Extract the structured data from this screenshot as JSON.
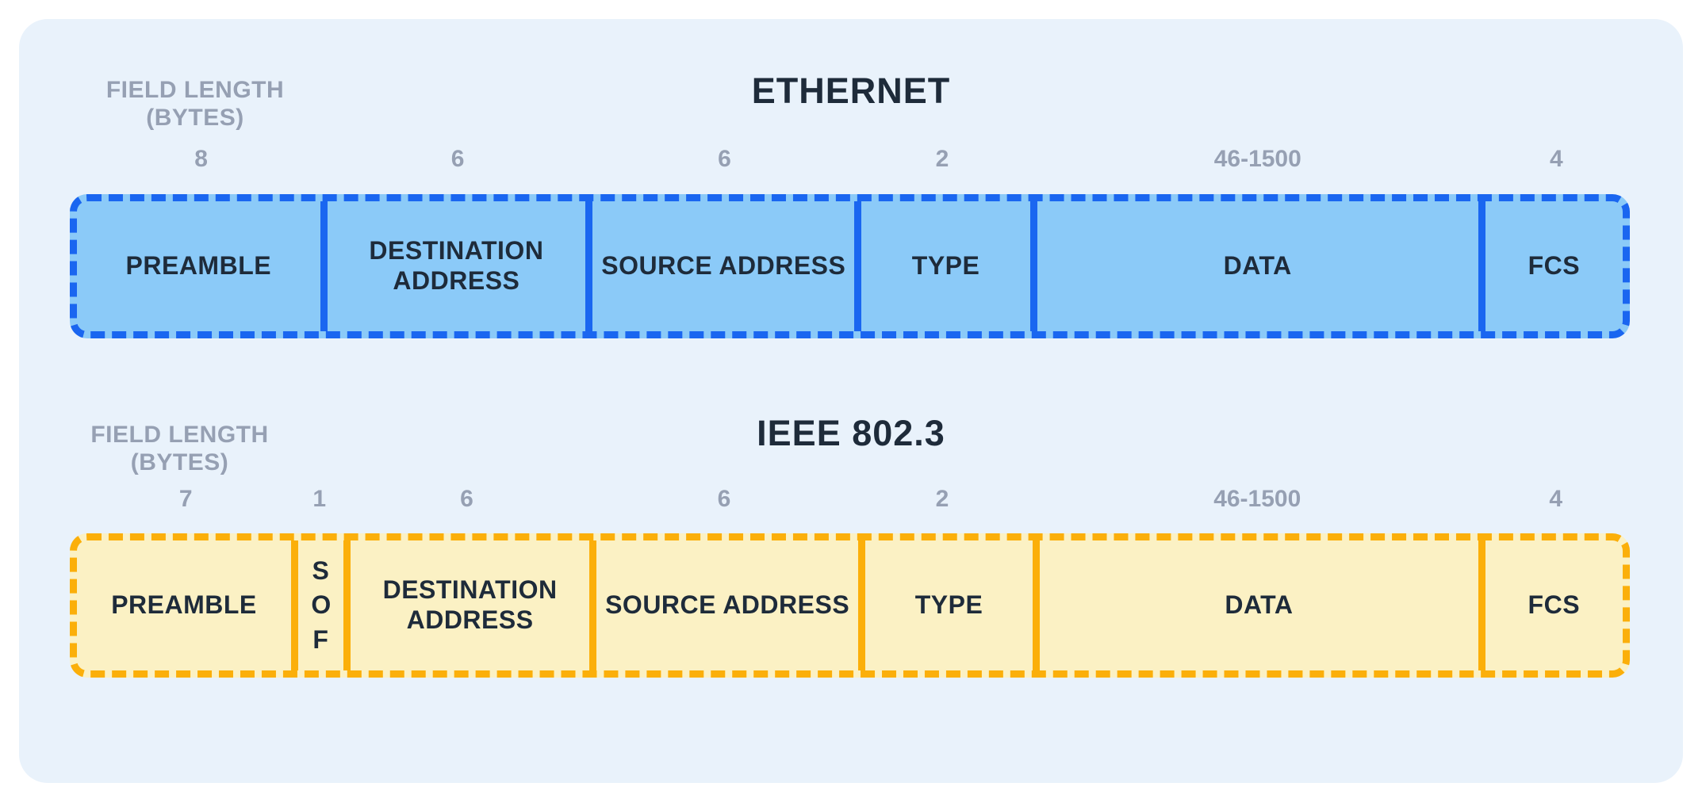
{
  "colors": {
    "page_bg": "#ffffff",
    "card_bg": "#e9f2fb",
    "heading_text": "#1e2b3a",
    "muted_text": "#96a0b3",
    "field_text": "#1e2b3a",
    "ethernet_fill": "#8bcaf8",
    "ethernet_border": "#1a66f0",
    "ieee_fill": "#fbf1c4",
    "ieee_border": "#fbaf0a"
  },
  "ethernet": {
    "title": "ETHERNET",
    "field_length_label": {
      "line1": "FIELD LENGTH",
      "line2": "(BYTES)"
    },
    "fields": [
      {
        "label": "PREAMBLE",
        "bytes": "8"
      },
      {
        "label": "DESTINATION ADDRESS",
        "bytes": "6"
      },
      {
        "label": "SOURCE ADDRESS",
        "bytes": "6"
      },
      {
        "label": "TYPE",
        "bytes": "2"
      },
      {
        "label": "DATA",
        "bytes": "46-1500"
      },
      {
        "label": "FCS",
        "bytes": "4"
      }
    ]
  },
  "ieee": {
    "title": "IEEE 802.3",
    "field_length_label": {
      "line1": "FIELD LENGTH",
      "line2": "(BYTES)"
    },
    "fields": [
      {
        "label": "PREAMBLE",
        "bytes": "7"
      },
      {
        "label": "SOF",
        "bytes": "1"
      },
      {
        "label": "DESTINATION ADDRESS",
        "bytes": "6"
      },
      {
        "label": "SOURCE ADDRESS",
        "bytes": "6"
      },
      {
        "label": "TYPE",
        "bytes": "2"
      },
      {
        "label": "DATA",
        "bytes": "46-1500"
      },
      {
        "label": "FCS",
        "bytes": "4"
      }
    ]
  }
}
